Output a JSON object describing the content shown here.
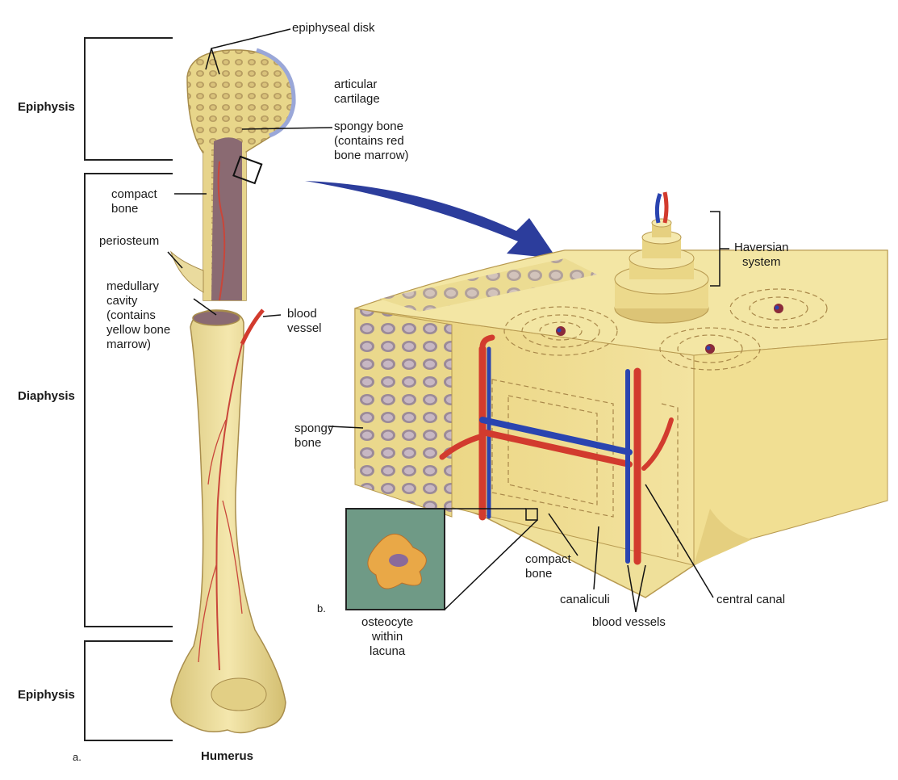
{
  "sections": {
    "epiphysis_top": "Epiphysis",
    "diaphysis": "Diaphysis",
    "epiphysis_bottom": "Epiphysis"
  },
  "panel_a": {
    "letter": "a.",
    "caption": "Humerus",
    "labels": {
      "epiphyseal_disk": "epiphyseal disk",
      "articular_cartilage": "articular\ncartilage",
      "spongy_bone": "spongy bone\n(contains red\nbone marrow)",
      "compact_bone": "compact\nbone",
      "periosteum": "periosteum",
      "medullary_cavity": "medullary\ncavity\n(contains\nyellow bone\nmarrow)",
      "blood_vessel": "blood\nvessel"
    }
  },
  "panel_b": {
    "letter": "b.",
    "labels": {
      "haversian_system": "Haversian\nsystem",
      "spongy_bone": "spongy\nbone",
      "osteocyte": "osteocyte\nwithin\nlacuna",
      "compact_bone": "compact\nbone",
      "canaliculi": "canaliculi",
      "blood_vessels": "blood vessels",
      "central_canal": "central canal"
    }
  },
  "colors": {
    "bone": "#efe09a",
    "bone_dark": "#c9a84a",
    "marrow": "#8a6a72",
    "artery": "#d23b2e",
    "vein": "#2a44b0",
    "arrow": "#2c3d9c",
    "inset_bg": "#6f9a86"
  }
}
